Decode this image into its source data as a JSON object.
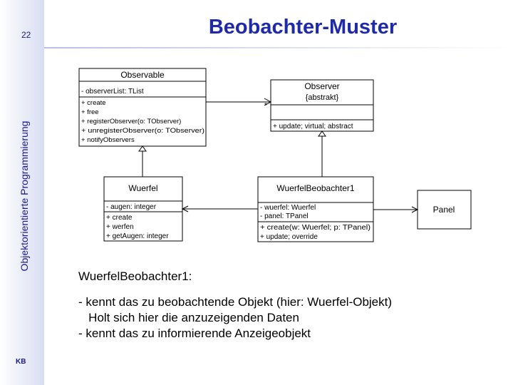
{
  "page": {
    "number": "22",
    "sidebar_title": "Objektorientierte Programmierung",
    "logo": "KB"
  },
  "title": "Beobachter-Muster",
  "diagram": {
    "observable": {
      "name": "Observable",
      "attributes": [
        "- observerList: TList"
      ],
      "operations": [
        "+ create",
        "+ free",
        "+ registerObserver(o: TObserver)",
        "+ unregisterObserver(o: TObserver)",
        "+ notifyObservers"
      ]
    },
    "observer": {
      "name": "Observer",
      "stereotype": "{abstrakt}",
      "operations": [
        "+ update; virtual; abstract"
      ]
    },
    "wuerfel": {
      "name": "Wuerfel",
      "attributes": [
        "- augen: integer"
      ],
      "operations": [
        "+ create",
        "+ werfen",
        "+ getAugen: integer"
      ]
    },
    "wuerfelbeobachter": {
      "name": "WuerfelBeobachter1",
      "attributes": [
        "- wuerfel: Wuerfel",
        "- panel: TPanel"
      ],
      "operations": [
        "+ create(w: Wuerfel; p: TPanel)",
        "+ update; override"
      ]
    },
    "panel": {
      "name": "Panel"
    },
    "multiplicity": "*"
  },
  "caption": {
    "heading": "WuerfelBeobachter1:",
    "lines": [
      "- kennt das zu beobachtende Objekt (hier: Wuerfel-Objekt)",
      "   Holt sich hier die anzuzeigenden Daten",
      "- kennt das zu informierende Anzeigeobjekt"
    ]
  },
  "colors": {
    "accent": "#1e2aa8",
    "sidebar_text": "#1a1a8c"
  }
}
